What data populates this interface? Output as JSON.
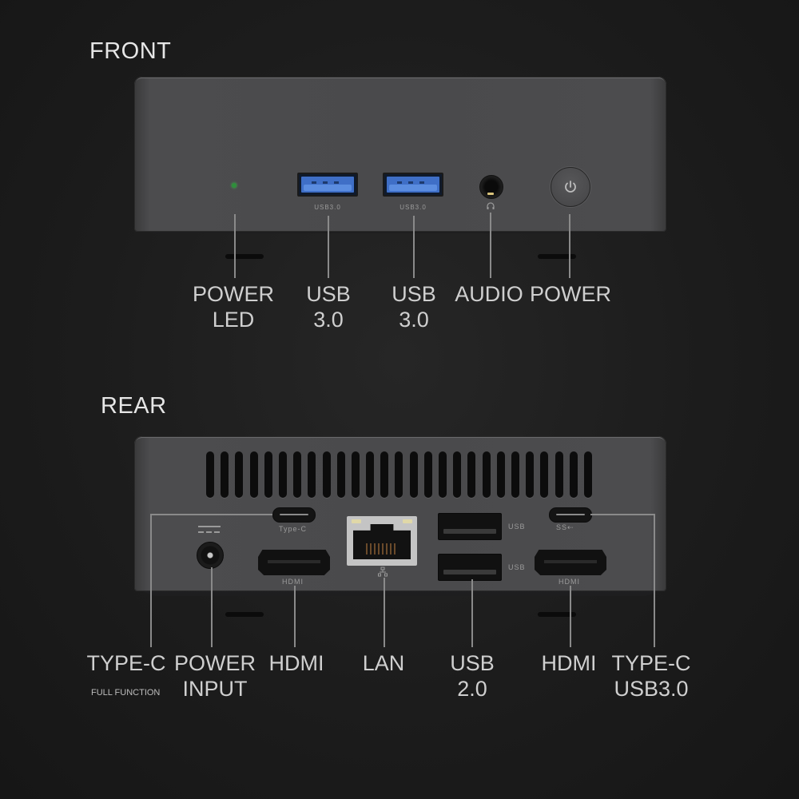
{
  "front": {
    "title": "FRONT",
    "port_markings": {
      "usb1": "USB3.0",
      "usb2": "USB3.0",
      "audio_icon": "headphone-icon",
      "power_icon": "power-icon"
    },
    "labels": [
      {
        "line1": "POWER",
        "line2": "LED"
      },
      {
        "line1": "USB",
        "line2": "3.0"
      },
      {
        "line1": "USB",
        "line2": "3.0"
      },
      {
        "line1": "AUDIO",
        "line2": ""
      },
      {
        "line1": "POWER",
        "line2": ""
      }
    ],
    "led_color": "#2e8f3a",
    "usb_color": "#3f6fc7"
  },
  "rear": {
    "title": "REAR",
    "vent_count": 27,
    "port_markings": {
      "typec_left": "Type-C",
      "hdmi_left": "HDMI",
      "lan_icon": "network-icon",
      "usb_top": "USB",
      "usb_bottom": "USB",
      "typec_right": "SS⇠",
      "hdmi_right": "HDMI"
    },
    "labels": [
      {
        "line1": "TYPE-C",
        "line2": "",
        "sub": "FULL FUNCTION"
      },
      {
        "line1": "POWER",
        "line2": "INPUT"
      },
      {
        "line1": "HDMI",
        "line2": ""
      },
      {
        "line1": "LAN",
        "line2": ""
      },
      {
        "line1": "USB",
        "line2": "2.0"
      },
      {
        "line1": "HDMI",
        "line2": ""
      },
      {
        "line1": "TYPE-C",
        "line2": "USB3.0"
      }
    ]
  },
  "colors": {
    "background": "#1c1c1c",
    "device_body": "#4a4a4c",
    "label_text": "#cfcfcf"
  }
}
